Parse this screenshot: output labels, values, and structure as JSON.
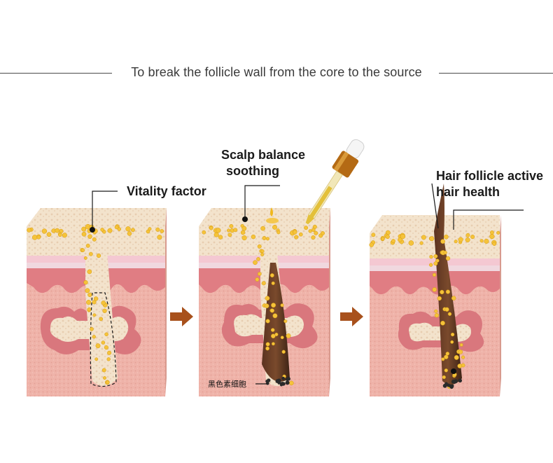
{
  "title": "To break the follicle wall from the core to the source",
  "panels": [
    {
      "label_lines": [
        "Vitality factor"
      ]
    },
    {
      "label_lines": [
        "Scalp balance",
        "soothing"
      ],
      "sub_label": "黑色素细胞"
    },
    {
      "label_lines": [
        "Hair follicle active",
        "hair health"
      ]
    }
  ],
  "colors": {
    "skin_top": "#f1d7c6",
    "skin_side": "#e9b7a8",
    "dermis": "#e99a9a",
    "tissue": "#efb9b0",
    "follicle_fill": "#f4e6c9",
    "gold_dot": "#f5c33a",
    "arrow": "#a8511c",
    "dropper_gold": "#c9841c",
    "hair_dark": "#4a2a1a"
  },
  "icons": [
    "arrow-right-icon",
    "dropper-icon"
  ]
}
